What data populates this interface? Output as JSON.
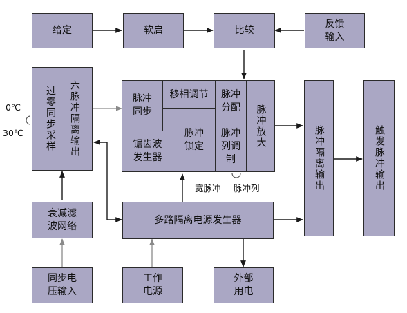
{
  "blocks": {
    "given": "给定",
    "soft_start": "软启",
    "compare": "比较",
    "feedback_input": "反馈\n输入",
    "zero_cross_sync_sample": "过零同步采样",
    "six_pulse_isolated_output": "六脉冲隔离输出",
    "pulse_sync": "脉冲\n同步",
    "phase_shift_adjust": "移相调节",
    "pulse_distribute": "脉冲\n分配",
    "pulse_amplify": "脉冲放大",
    "sawtooth_generator": "锯齿波\n发生器",
    "pulse_lock": "脉冲\n锁定",
    "pulse_train_modulate": "脉冲\n列调\n制",
    "pulse_isolated_output": "脉冲隔离输出",
    "trigger_pulse_output": "触发脉冲输出",
    "attenuation_filter_network": "衰减滤\n波网络",
    "multi_isolated_power_generator": "多路隔离电源发生器",
    "sync_voltage_input": "同步电\n压输入",
    "working_power": "工作\n电源",
    "external_power": "外部\n用电"
  },
  "labels": {
    "temp_0": "0℃",
    "temp_30": "30℃",
    "wide_pulse": "宽脉冲",
    "pulse_train": "脉冲列"
  },
  "colors": {
    "block_fill": "#aaa7c4",
    "border": "#2b2b2b",
    "arrow": "#1a1a1a",
    "arrow_light": "#8a8a8a"
  }
}
